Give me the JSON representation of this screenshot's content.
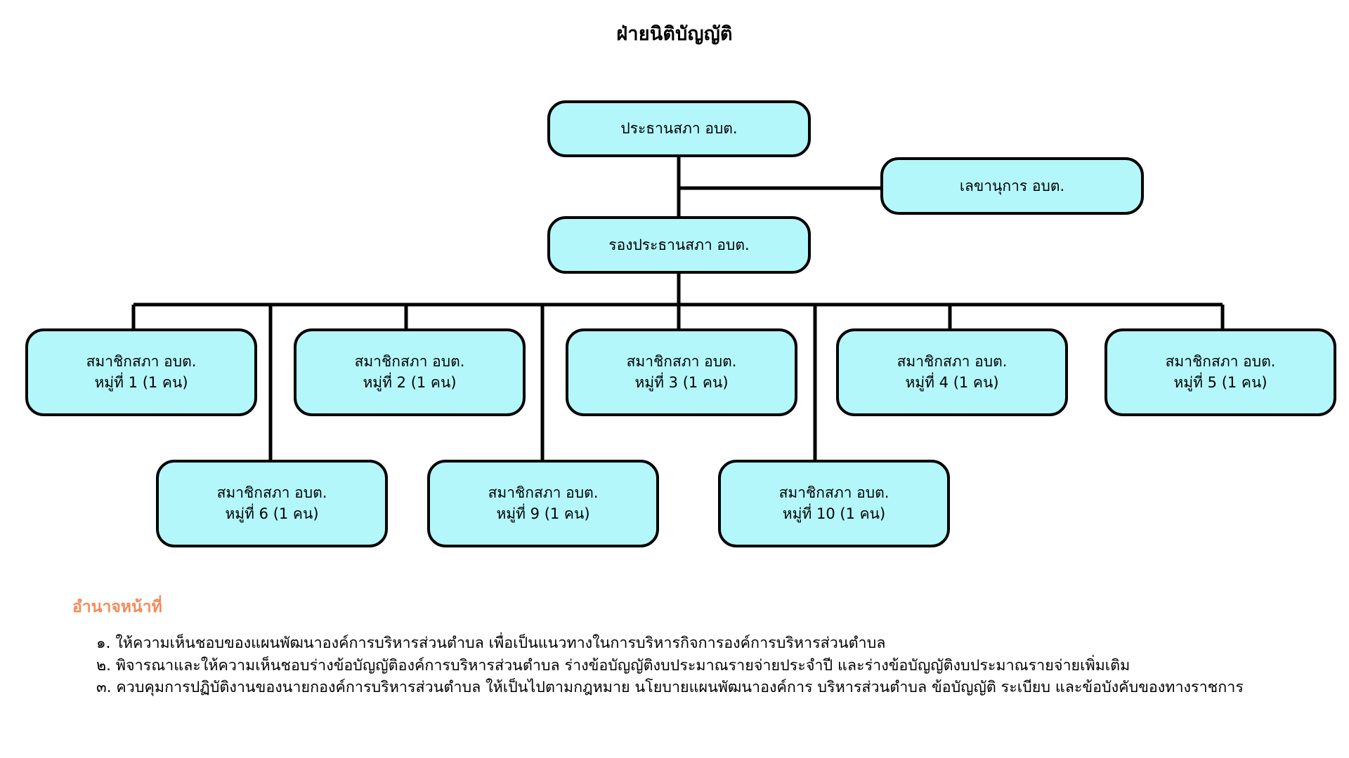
{
  "page": {
    "title": "ฝ่ายนิติบัญญัติ",
    "background_color": "#ffffff",
    "node_fill_color": "#b3f7fb",
    "node_border_color": "#000000",
    "heading_color": "#f58a5a"
  },
  "chart": {
    "type": "org-chart",
    "nodes": {
      "chairman": {
        "line1": "ประธานสภา อบต."
      },
      "secretary": {
        "line1": "เลขานุการ อบต."
      },
      "vice_chairman": {
        "line1": "รองประธานสภา อบต."
      },
      "members": [
        {
          "line1": "สมาชิกสภา อบต.",
          "line2": "หมู่ที่ 1 (1 คน)"
        },
        {
          "line1": "สมาชิกสภา อบต.",
          "line2": "หมู่ที่ 2 (1 คน)"
        },
        {
          "line1": "สมาชิกสภา อบต.",
          "line2": "หมู่ที่ 3 (1 คน)"
        },
        {
          "line1": "สมาชิกสภา อบต.",
          "line2": "หมู่ที่ 4 (1 คน)"
        },
        {
          "line1": "สมาชิกสภา อบต.",
          "line2": "หมู่ที่ 5 (1 คน)"
        },
        {
          "line1": "สมาชิกสภา อบต.",
          "line2": "หมู่ที่ 6 (1 คน)"
        },
        {
          "line1": "สมาชิกสภา อบต.",
          "line2": "หมู่ที่ 9 (1 คน)"
        },
        {
          "line1": "สมาชิกสภา อบต.",
          "line2": "หมู่ที่ 10 (1 คน)"
        }
      ]
    }
  },
  "duties": {
    "heading": "อำนาจหน้าที่",
    "items": [
      "๑. ให้ความเห็นชอบของแผนพัฒนาองค์การบริหารส่วนตำบล เพื่อเป็นแนวทางในการบริหารกิจการองค์การบริหารส่วนตำบล",
      "๒. พิจารณาและให้ความเห็นชอบร่างข้อบัญญัติองค์การบริหารส่วนตำบล ร่างข้อบัญญัติงบประมาณรายจ่ายประจำปี และร่างข้อบัญญัติงบประมาณรายจ่ายเพิ่มเติม",
      "๓. ควบคุมการปฏิบัติงานของนายกองค์การบริหารส่วนตำบล ให้เป็นไปตามกฎหมาย นโยบายแผนพัฒนาองค์การ บริหารส่วนตำบล ข้อบัญญัติ ระเบียบ และข้อบังคับของทางราชการ"
    ]
  }
}
